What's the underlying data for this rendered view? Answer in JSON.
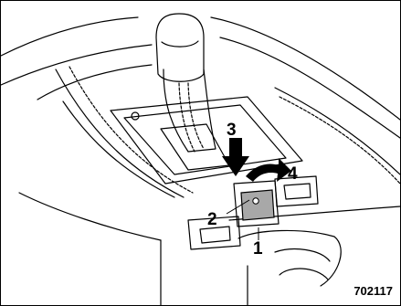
{
  "figure": {
    "code": "702117",
    "callouts": {
      "c1": "1",
      "c2": "2",
      "c3": "3",
      "c4": "4"
    }
  }
}
